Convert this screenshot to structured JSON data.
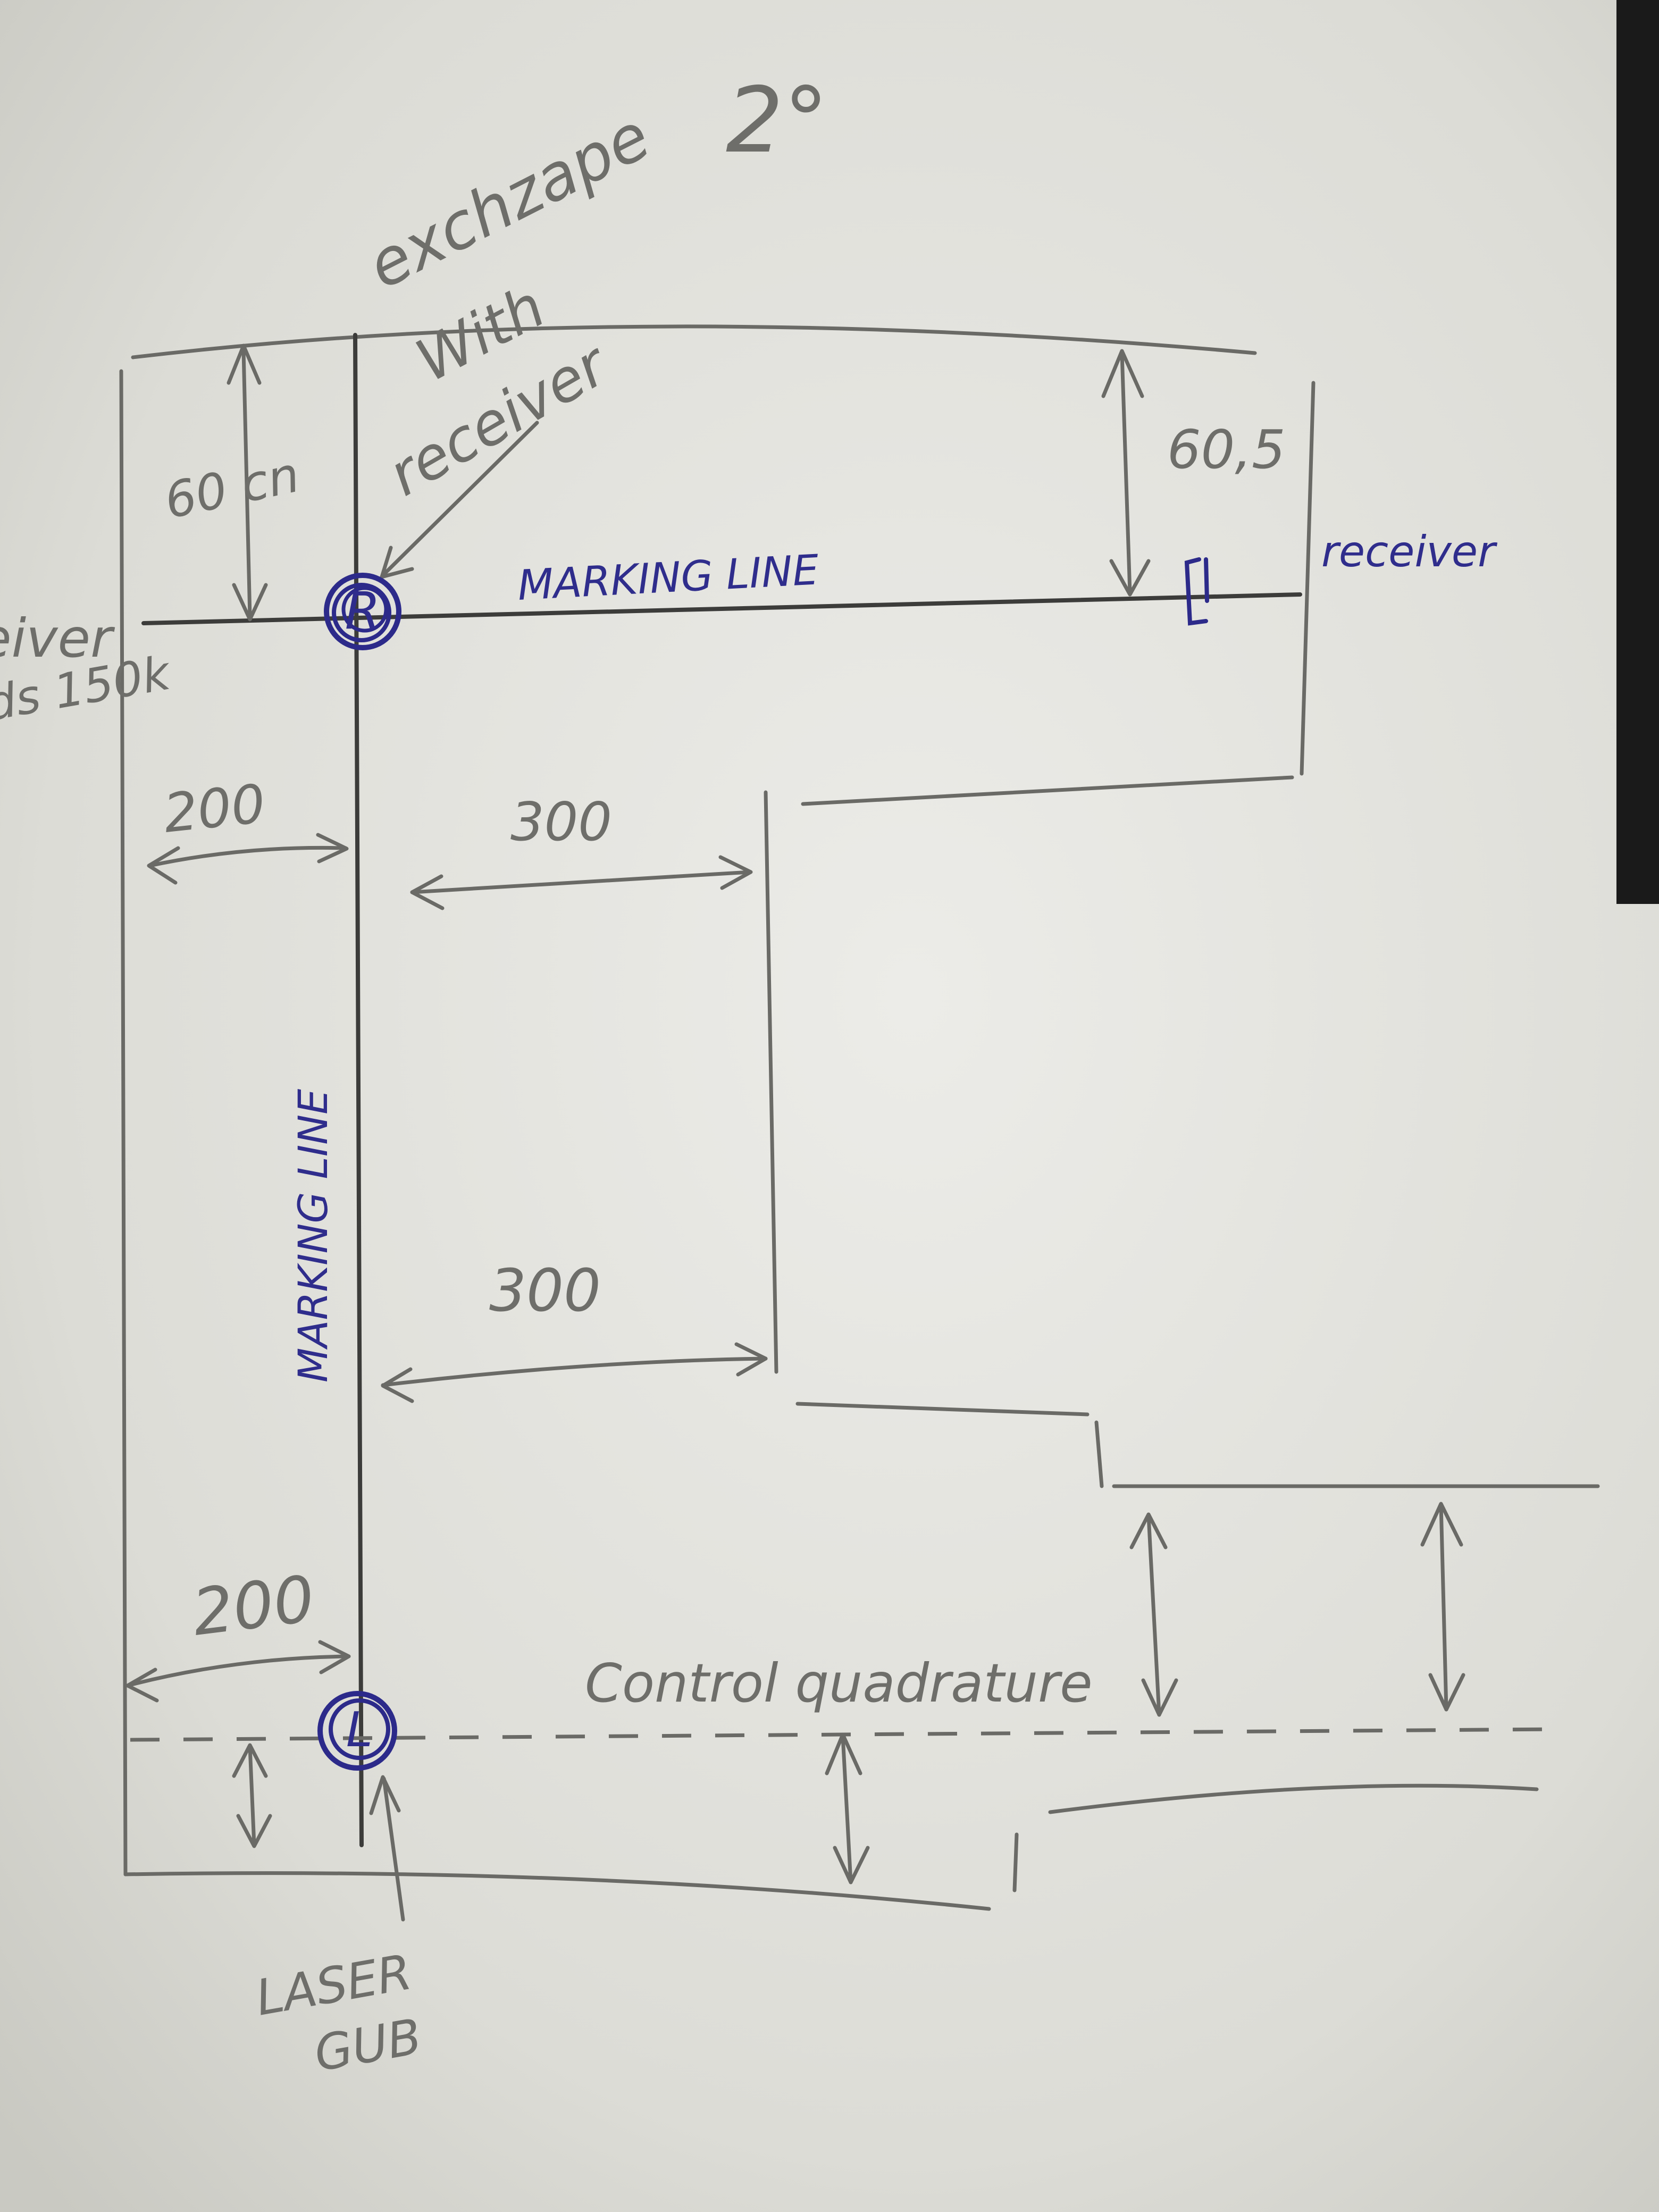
{
  "sheet_label": "2°",
  "annotations": {
    "exchange": "exchzape",
    "with": "With",
    "receiver_arrow": "receiver",
    "top_left_dim": "60 cn",
    "top_right_dim": "60,5",
    "marking_line_h": "MARKING LINE",
    "marking_line_v": "MARKING LINE",
    "receiver_right": "receiver",
    "receiver_left_1": "eiver",
    "receiver_left_2": "ds 150k",
    "dim_200_top": "200",
    "dim_300_top": "300",
    "dim_300_bottom": "300",
    "dim_200_bottom": "200",
    "control": "Control quadrature",
    "laser_1": "LASER",
    "laser_2": "GUB"
  },
  "symbols": {
    "receiver_marker": "R",
    "laser_marker": "L"
  },
  "colors": {
    "paper": "#e6e6e1",
    "pencil": "#6a6a66",
    "ink": "#2c2a8a"
  }
}
